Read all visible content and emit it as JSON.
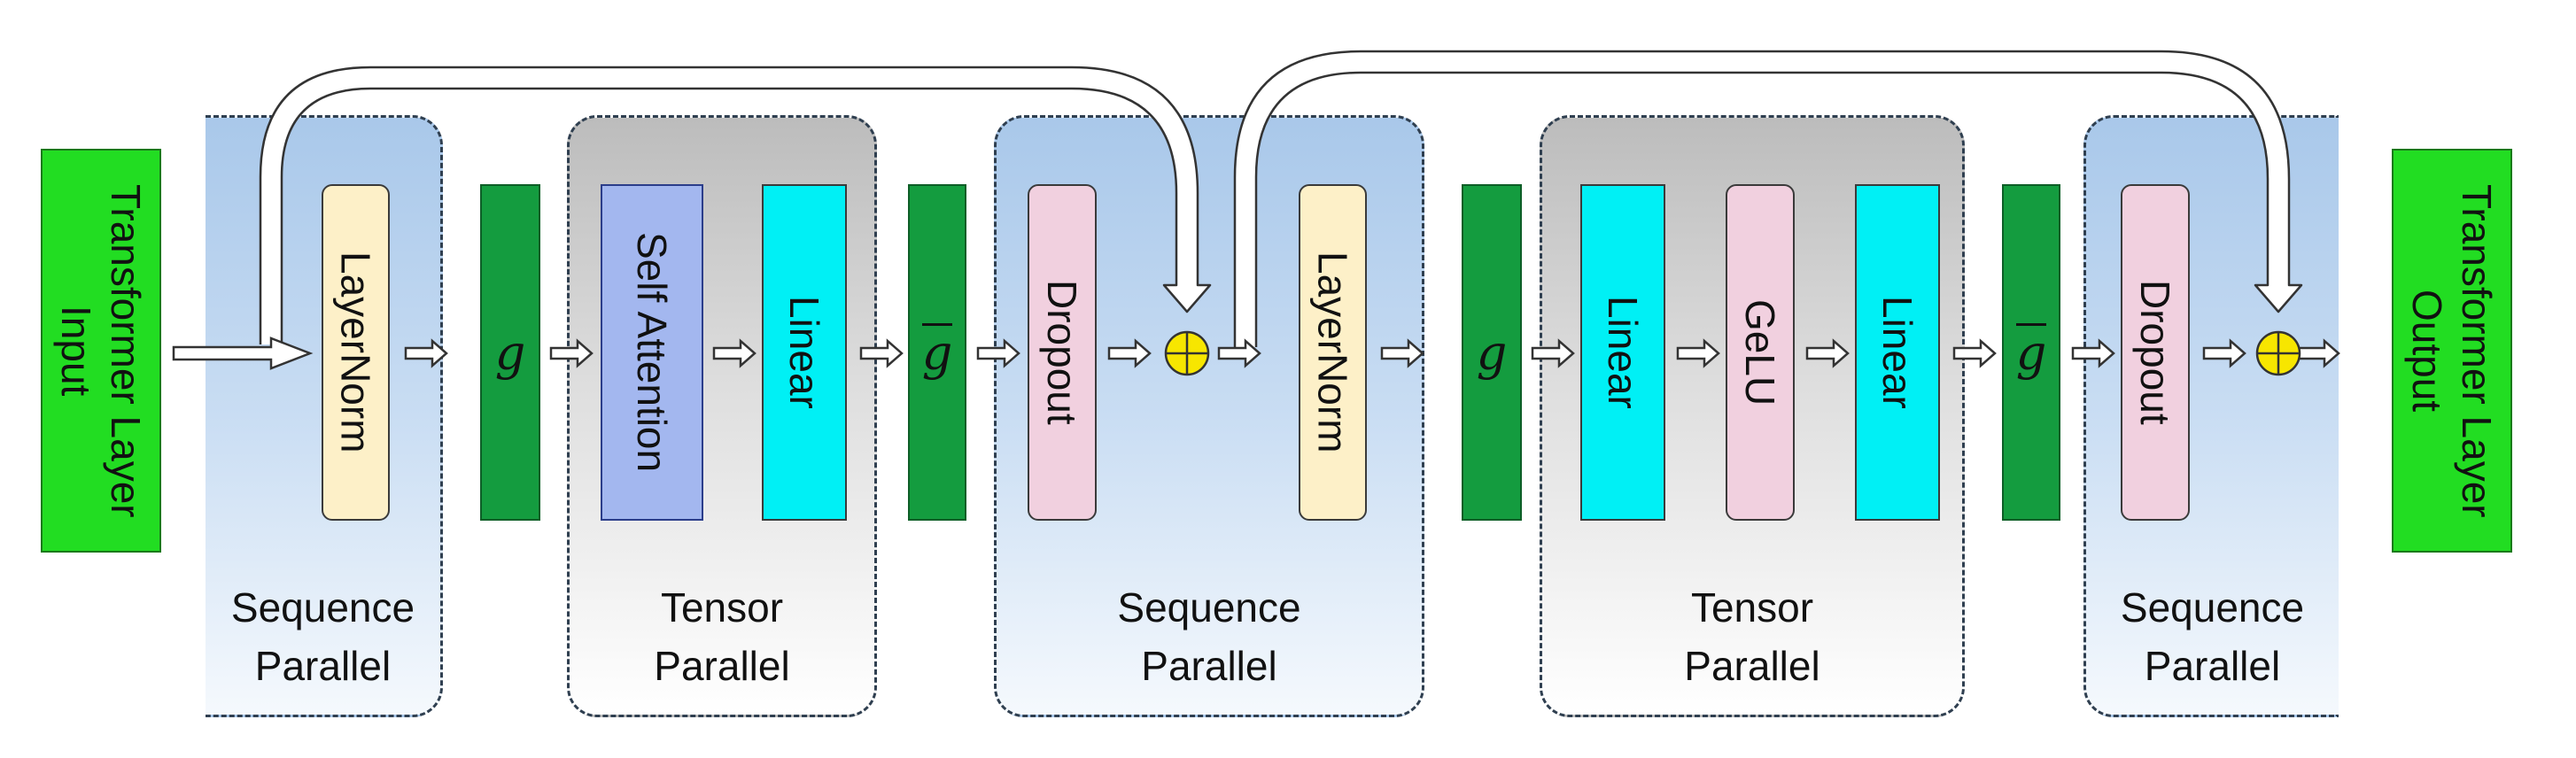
{
  "colors": {
    "io_green": "#22dd22",
    "g_green": "#149c3f",
    "layernorm": "#fdf0c8",
    "self_attention": "#a3b7ef",
    "linear": "#00f0f5",
    "dropout_gelu": "#f1d0df",
    "add_yellow": "#f7e600",
    "seq_region": "#b7d1ee",
    "tensor_region": "#c4c4c4"
  },
  "diagram": {
    "input": "Transformer Layer\nInput",
    "output": "Transformer Layer\nOutput",
    "regions": [
      {
        "kind": "sequence",
        "label": "Sequence\nParallel"
      },
      {
        "kind": "tensor",
        "label": "Tensor\nParallel"
      },
      {
        "kind": "sequence",
        "label": "Sequence\nParallel"
      },
      {
        "kind": "tensor",
        "label": "Tensor\nParallel"
      },
      {
        "kind": "sequence",
        "label": "Sequence\nParallel"
      }
    ],
    "blocks": {
      "layernorm1": "LayerNorm",
      "g1": "g",
      "self_attention": "Self Attention",
      "linear1": "Linear",
      "gbar1": "g",
      "dropout1": "Dropout",
      "layernorm2": "LayerNorm",
      "g2": "g",
      "linear2": "Linear",
      "gelu": "GeLU",
      "linear3": "Linear",
      "gbar2": "g",
      "dropout2": "Dropout"
    },
    "add_symbol": "+",
    "icons": [
      "add-circle-icon",
      "hollow-arrow-icon",
      "skip-connection-arrow-icon"
    ]
  }
}
